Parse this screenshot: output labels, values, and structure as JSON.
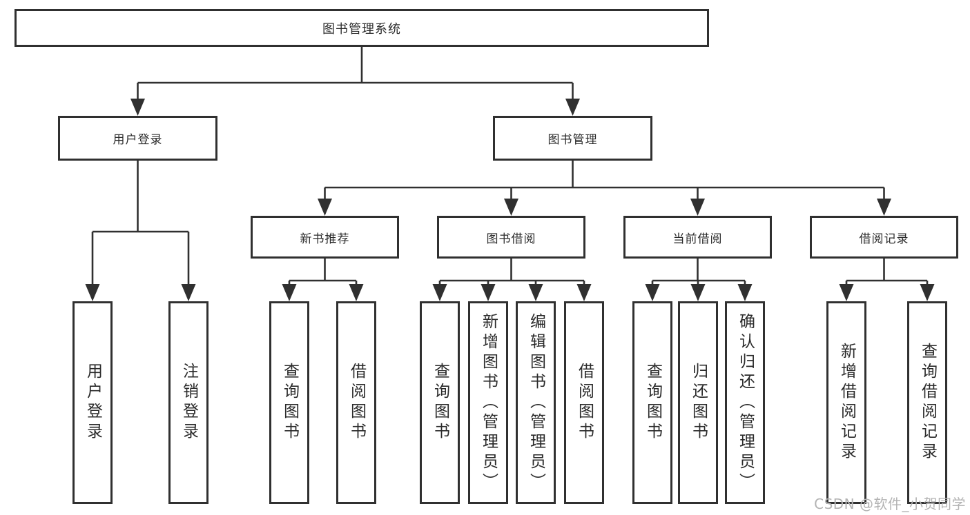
{
  "root": {
    "label": "图书管理系统"
  },
  "user_branch": {
    "label": "用户登录",
    "leaves": [
      "用户登录",
      "注销登录"
    ]
  },
  "book_branch": {
    "label": "图书管理",
    "groups": [
      {
        "label": "新书推荐",
        "leaves": [
          "查询图书",
          "借阅图书"
        ]
      },
      {
        "label": "图书借阅",
        "leaves": [
          "查询图书",
          "新增图书（管理员）",
          "编辑图书（管理员）",
          "借阅图书"
        ]
      },
      {
        "label": "当前借阅",
        "leaves": [
          "查询图书",
          "归还图书",
          "确认归还（管理员）"
        ]
      },
      {
        "label": "借阅记录",
        "leaves": [
          "新增借阅记录",
          "查询借阅记录"
        ]
      }
    ]
  },
  "watermark": {
    "label": "CSDN @软件_小贺同学"
  },
  "colors": {
    "line": "#303030",
    "text": "#2b2b2b",
    "watermark": "#b3b3b3",
    "background": "#ffffff"
  }
}
